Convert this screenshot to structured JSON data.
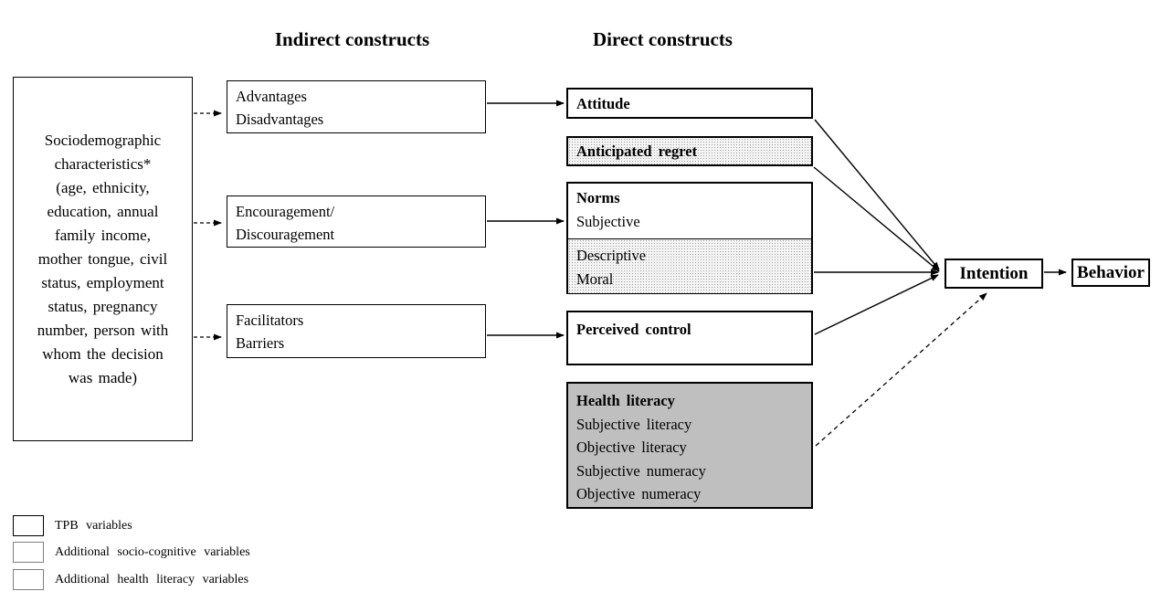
{
  "headers": {
    "indirect": "Indirect constructs",
    "direct": "Direct constructs"
  },
  "sociodemographic": {
    "lines": [
      "Sociodemographic",
      "characteristics*",
      "(age, ethnicity,",
      "education, annual",
      "family income,",
      "mother tongue, civil",
      "status, employment",
      "status, pregnancy",
      "number, person with",
      "whom the decision",
      "was made)"
    ]
  },
  "indirect_boxes": {
    "advantages": {
      "lines": [
        "Advantages",
        "Disadvantages"
      ]
    },
    "encouragement": {
      "lines": [
        "Encouragement/",
        "Discouragement"
      ]
    },
    "facilitators": {
      "lines": [
        "Facilitators",
        "Barriers"
      ]
    }
  },
  "direct_boxes": {
    "attitude": {
      "title": "Attitude"
    },
    "anticipated_regret": {
      "title": "Anticipated regret"
    },
    "norms": {
      "title": "Norms",
      "white_item": "Subjective",
      "gray_items": [
        "Descriptive",
        "Moral"
      ]
    },
    "perceived_control": {
      "title": "Perceived control"
    },
    "health_literacy": {
      "title": "Health literacy",
      "items": [
        "Subjective literacy",
        "Objective literacy",
        "Subjective numeracy",
        "Objective numeracy"
      ]
    }
  },
  "outcome": {
    "intention": "Intention",
    "behavior": "Behavior"
  },
  "legend": {
    "items": [
      {
        "swatch": "white",
        "label": "TPB variables"
      },
      {
        "swatch": "dotted",
        "label": "Additional socio-cognitive variables"
      },
      {
        "swatch": "gray",
        "label": "Additional health literacy variables"
      }
    ]
  },
  "colors": {
    "border": "#000000",
    "dotted_fill": "#f4f4f4",
    "gray_fill": "#bfbfbf",
    "background": "#ffffff"
  }
}
